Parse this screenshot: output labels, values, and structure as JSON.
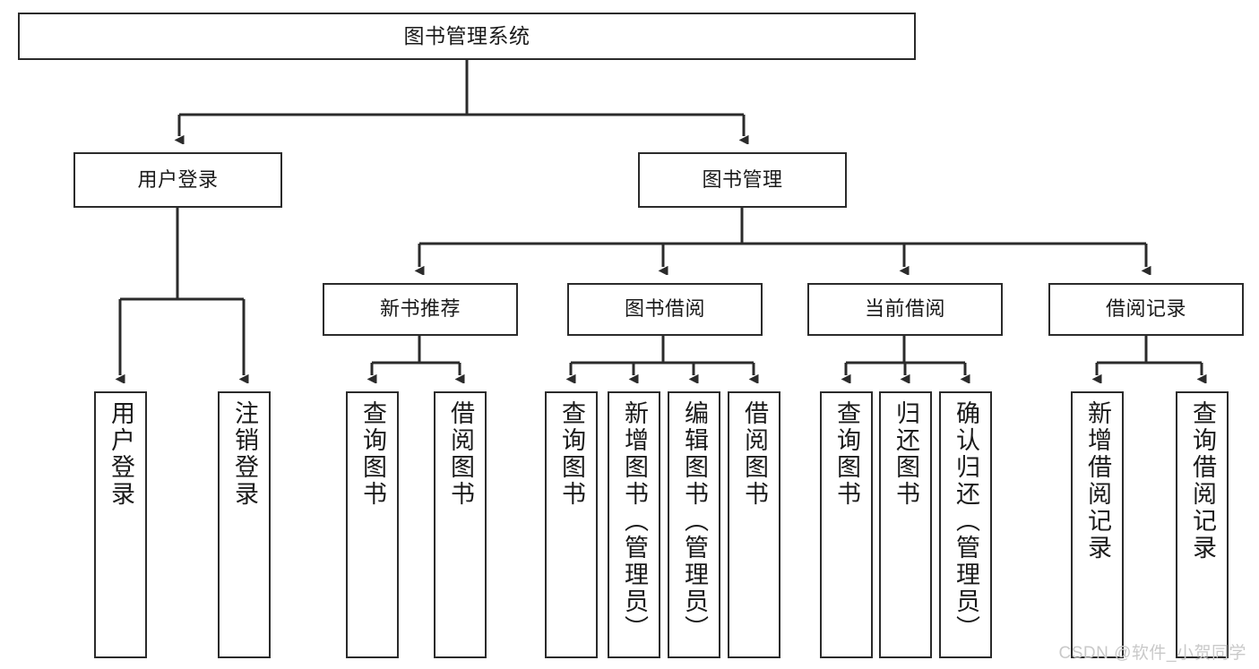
{
  "diagram": {
    "title": "图书管理系统",
    "type": "tree",
    "orientation": "top-down",
    "colors": {
      "box_border": "#2b2b2b",
      "box_fill": "#ffffff",
      "connector": "#2b2b2b",
      "text": "#1a1a1a",
      "watermark": "#c9c9c9",
      "background": "#ffffff"
    },
    "root": {
      "label": "图书管理系统"
    },
    "level2": [
      {
        "label": "用户登录"
      },
      {
        "label": "图书管理"
      }
    ],
    "level3": [
      {
        "label": "新书推荐"
      },
      {
        "label": "图书借阅"
      },
      {
        "label": "当前借阅"
      },
      {
        "label": "借阅记录"
      }
    ],
    "leaves": {
      "user_login": [
        {
          "label": "用户登录"
        },
        {
          "label": "注销登录"
        }
      ],
      "new_book_recommend": [
        {
          "label": "查询图书"
        },
        {
          "label": "借阅图书"
        }
      ],
      "book_borrow": [
        {
          "label": "查询图书"
        },
        {
          "label": "新增图书（管理员）"
        },
        {
          "label": "编辑图书（管理员）"
        },
        {
          "label": "借阅图书"
        }
      ],
      "current_borrow": [
        {
          "label": "查询图书"
        },
        {
          "label": "归还图书"
        },
        {
          "label": "确认归还（管理员）"
        }
      ],
      "borrow_record": [
        {
          "label": "新增借阅记录"
        },
        {
          "label": "查询借阅记录"
        }
      ]
    }
  },
  "watermark": {
    "text": "CSDN @软件_小贺同学"
  }
}
